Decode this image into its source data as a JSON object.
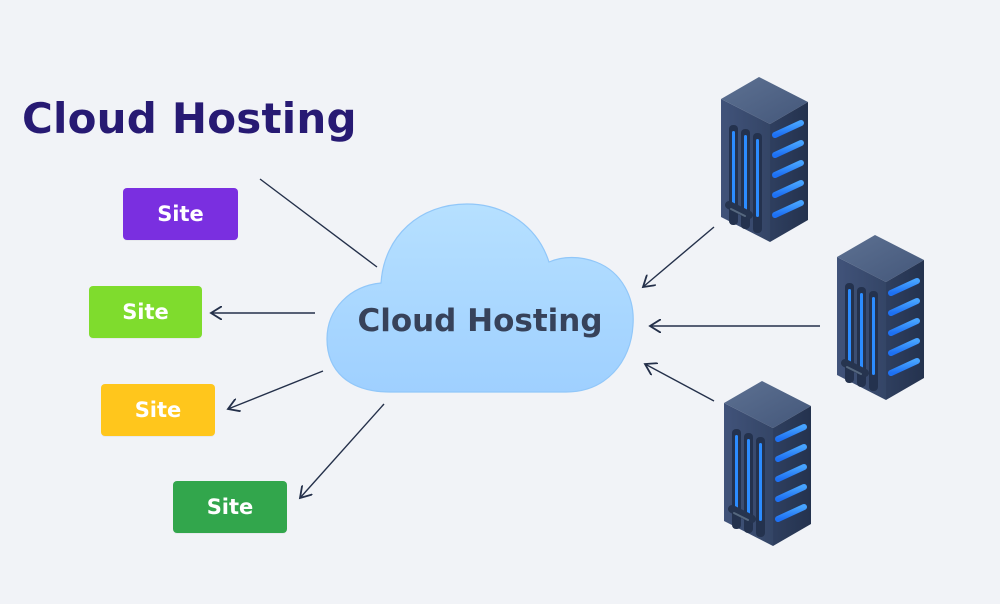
{
  "title": "Cloud Hosting",
  "cloud": {
    "label": "Cloud Hosting"
  },
  "sites": [
    {
      "label": "Site",
      "color": "#7a2fe0"
    },
    {
      "label": "Site",
      "color": "#7fdc2d"
    },
    {
      "label": "Site",
      "color": "#ffc61c"
    },
    {
      "label": "Site",
      "color": "#32a64c"
    }
  ],
  "colors": {
    "background": "#f1f3f7",
    "title": "#271a73",
    "cloud_fill": "#a9d7ff",
    "cloud_stroke": "#91c7f9",
    "cloud_text": "#37425a",
    "connector": "#24304a",
    "server_body": "#384867",
    "server_side": "#2a3a58",
    "server_top": "#4e607f",
    "server_light": "#2c8cff"
  },
  "icons": {
    "cloud": "cloud-icon",
    "server": "server-rack-icon",
    "arrow": "arrow-icon"
  }
}
